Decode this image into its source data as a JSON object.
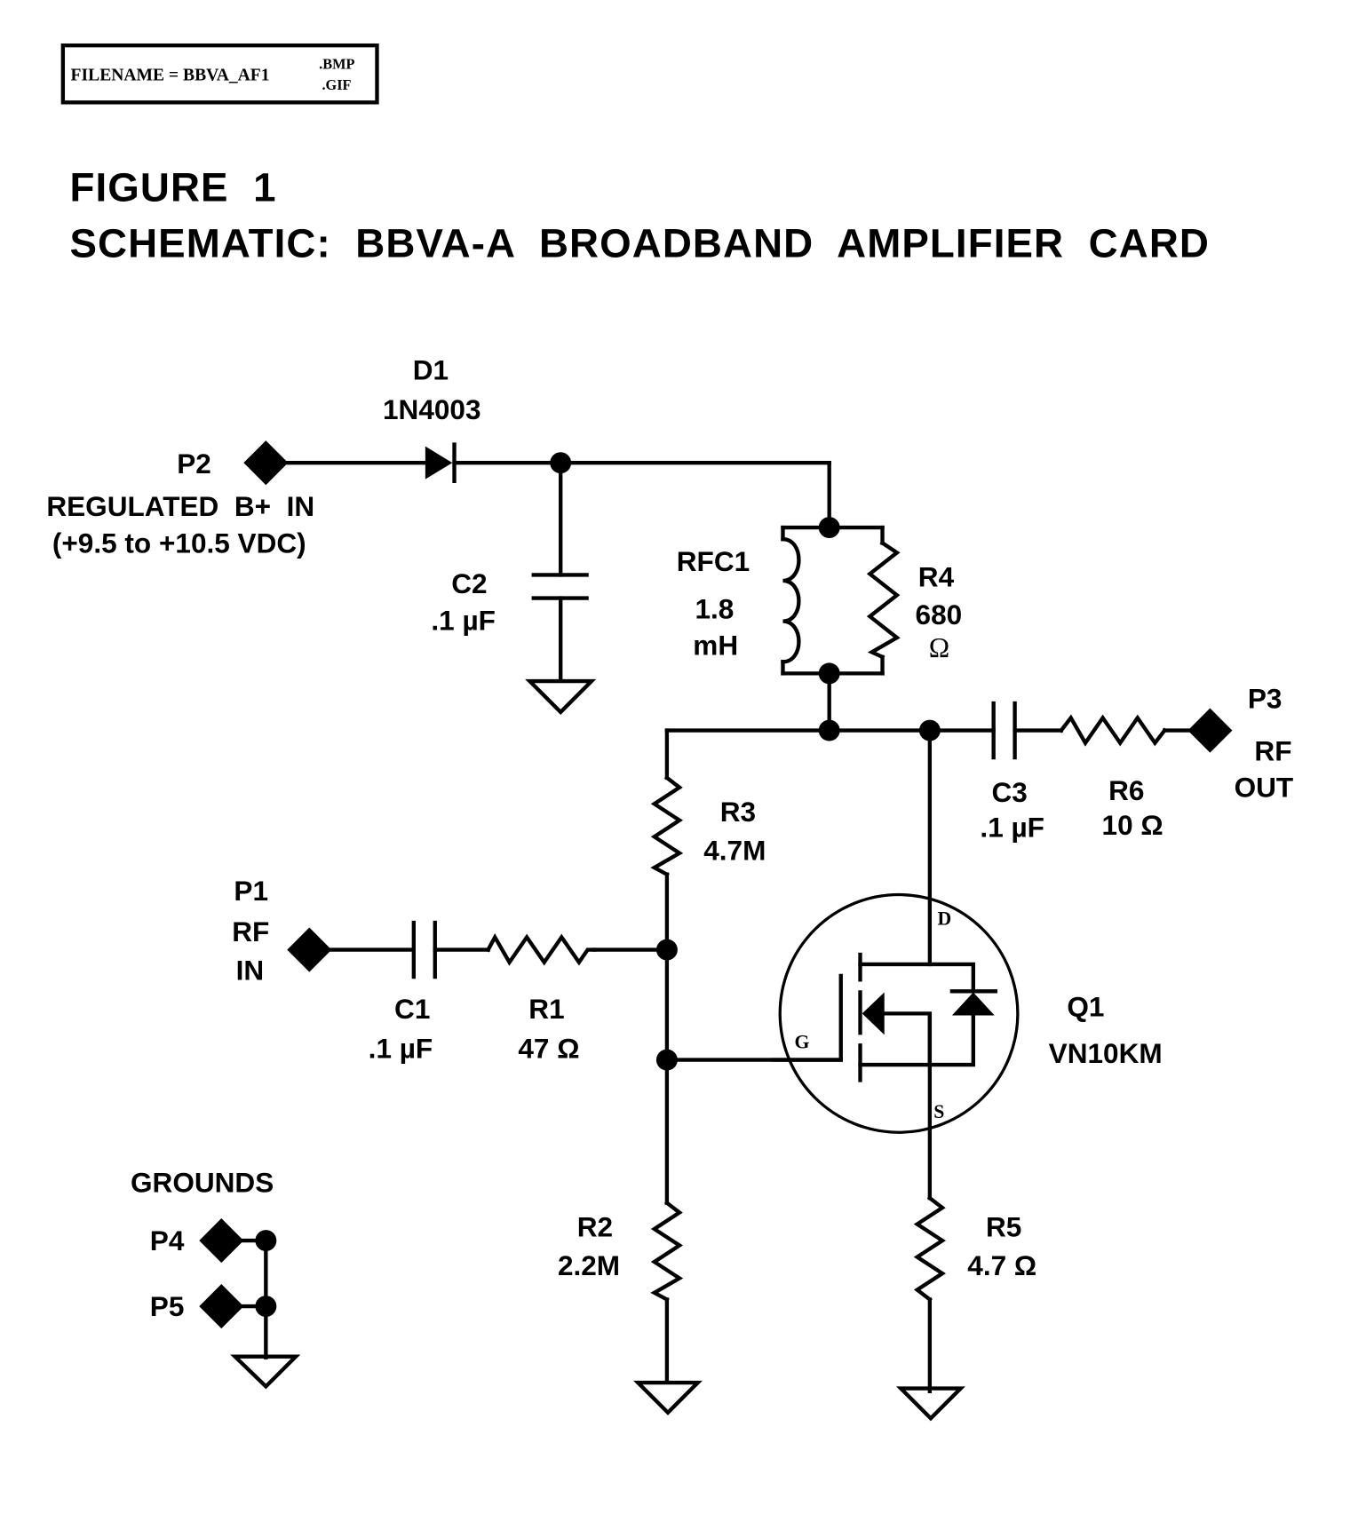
{
  "filename_box": {
    "label": "FILENAME = BBVA_AF1",
    "ext1": ".BMP",
    "ext2": ".GIF"
  },
  "title": {
    "line1": "FIGURE  1",
    "line2": "SCHEMATIC:  BBVA-A  BROADBAND  AMPLIFIER  CARD"
  },
  "components": {
    "D1": {
      "ref": "D1",
      "value": "1N4003",
      "type": "diode"
    },
    "C1": {
      "ref": "C1",
      "value": ".1 µF",
      "type": "capacitor"
    },
    "C2": {
      "ref": "C2",
      "value": ".1 µF",
      "type": "capacitor"
    },
    "C3": {
      "ref": "C3",
      "value": ".1 µF",
      "type": "capacitor"
    },
    "R1": {
      "ref": "R1",
      "value": "47 Ω",
      "type": "resistor"
    },
    "R2": {
      "ref": "R2",
      "value": "2.2M",
      "type": "resistor"
    },
    "R3": {
      "ref": "R3",
      "value": "4.7M",
      "type": "resistor"
    },
    "R4": {
      "ref": "R4",
      "value_line1": "680",
      "value_line2": "Ω",
      "type": "resistor"
    },
    "R5": {
      "ref": "R5",
      "value": "4.7 Ω",
      "type": "resistor"
    },
    "R6": {
      "ref": "R6",
      "value": "10 Ω",
      "type": "resistor"
    },
    "RFC1": {
      "ref": "RFC1",
      "value_line1": "1.8",
      "value_line2": "mH",
      "type": "inductor"
    },
    "Q1": {
      "ref": "Q1",
      "value": "VN10KM",
      "type": "n-channel-mosfet",
      "pins": {
        "drain": "D",
        "gate": "G",
        "source": "S"
      }
    }
  },
  "ports": {
    "P1": {
      "ref": "P1",
      "line1": "RF",
      "line2": "IN"
    },
    "P2": {
      "ref": "P2",
      "line1": "REGULATED  B+  IN",
      "line2": "(+9.5 to +10.5 VDC)"
    },
    "P3": {
      "ref": "P3",
      "line1": "RF",
      "line2": "OUT"
    },
    "P4": {
      "ref": "P4"
    },
    "P5": {
      "ref": "P5"
    }
  },
  "grounds_label": "GROUNDS"
}
